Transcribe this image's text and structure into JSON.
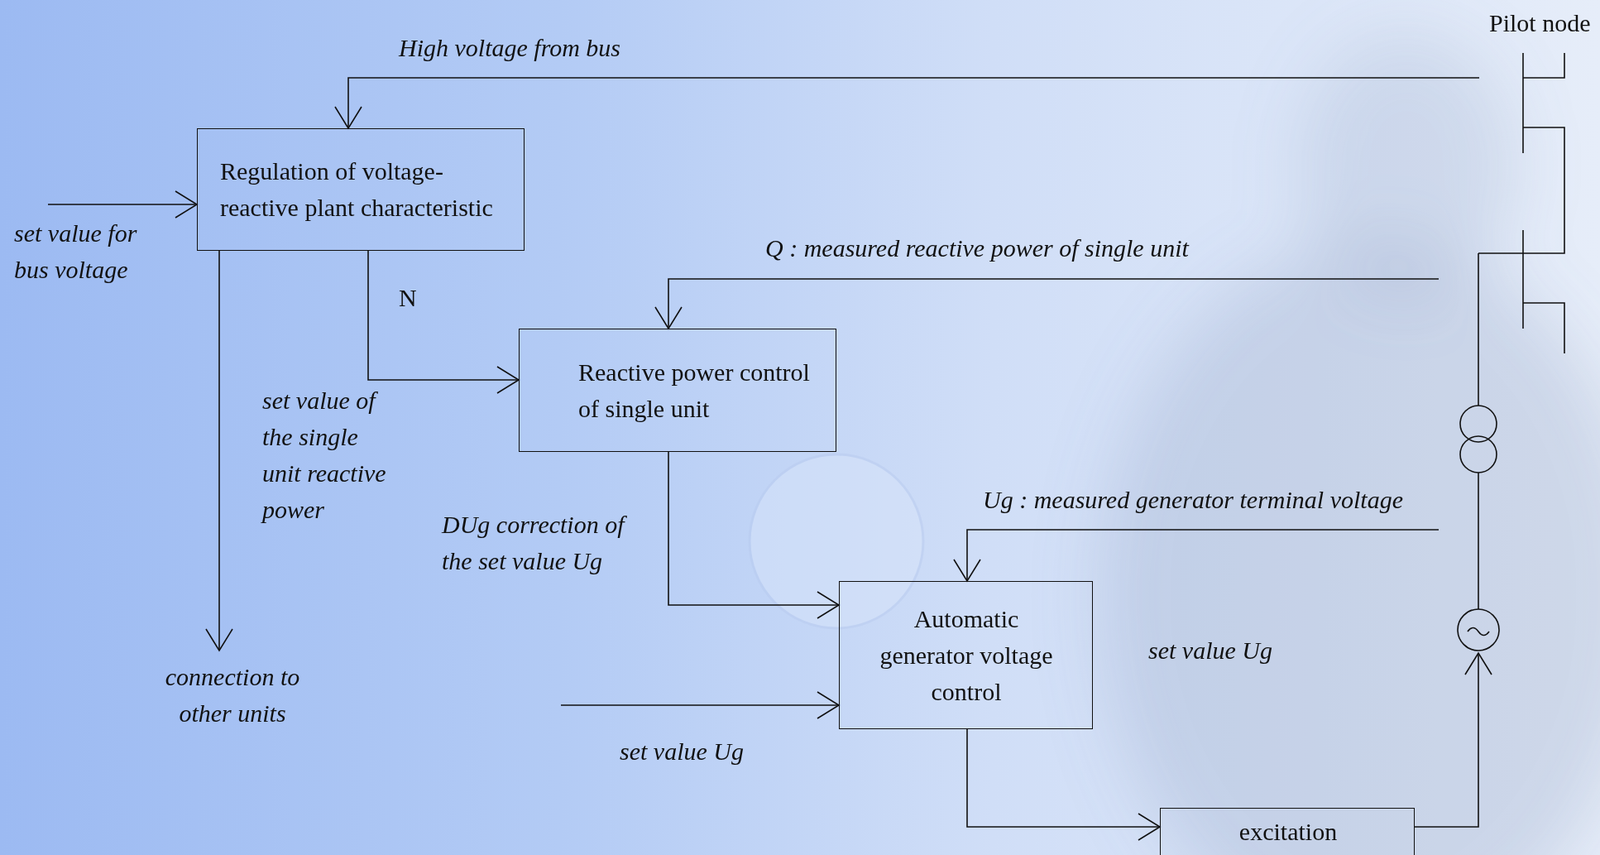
{
  "diagram": {
    "nodes": [
      {
        "text": [
          "Regulation of voltage- reactive plant characteristic"
        ]
      },
      {
        "text": [
          "Reactive power control of single unit"
        ]
      },
      {
        "text": [
          "Automatic generator voltage control"
        ]
      },
      {
        "text": [
          "excitation"
        ]
      }
    ],
    "edges": [
      {
        "from": 0,
        "to": 1,
        "arrow": "to",
        "label": "N"
      },
      {
        "from": 1,
        "to": 2,
        "arrow": "to",
        "label": "DUg correction of the set value Ug"
      },
      {
        "from": 2,
        "to": 3,
        "arrow": "to"
      }
    ],
    "labels": [
      "High voltage from bus",
      "Pilot node",
      "set value for bus voltage",
      "set value of the single unit reactive power",
      "Q : measured reactive power of single unit",
      "Ug : measured generator terminal voltage",
      "set value Ug",
      "set value Ug",
      "connection to other units"
    ]
  }
}
